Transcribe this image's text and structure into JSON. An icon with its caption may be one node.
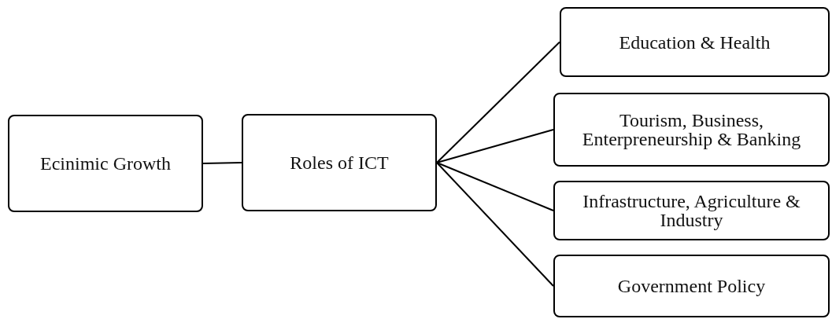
{
  "diagram": {
    "nodes": [
      {
        "text": [
          "Ecinimic Growth"
        ]
      },
      {
        "text": [
          "Roles of ICT"
        ]
      },
      {
        "text": [
          "Education & Health"
        ]
      },
      {
        "text": [
          "Tourism, Business, Enterpreneurship & Banking"
        ]
      },
      {
        "text": [
          "Infrastructure, Agriculture & Industry"
        ]
      },
      {
        "text": [
          "Government Policy"
        ]
      }
    ],
    "edges": [
      {
        "from": 0,
        "to": 1,
        "arrow": "none"
      },
      {
        "from": 1,
        "to": 2,
        "arrow": "none"
      },
      {
        "from": 1,
        "to": 3,
        "arrow": "none"
      },
      {
        "from": 1,
        "to": 4,
        "arrow": "none"
      },
      {
        "from": 1,
        "to": 5,
        "arrow": "none"
      }
    ]
  }
}
